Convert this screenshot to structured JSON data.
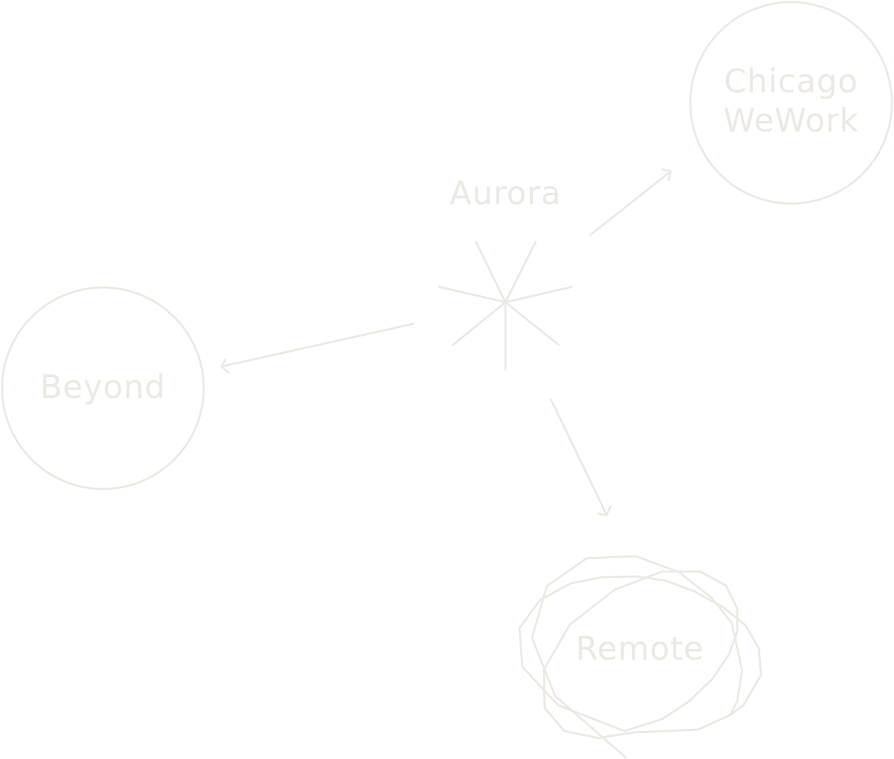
{
  "colors": {
    "ink": "#ece9e2",
    "background": "#ffffff"
  },
  "center": {
    "label": "Aurora",
    "icon": "asterisk-icon"
  },
  "nodes": [
    {
      "id": "chicago",
      "shape": "circle",
      "label_lines": [
        "Chicago",
        "WeWork"
      ]
    },
    {
      "id": "beyond",
      "shape": "circle",
      "label_lines": [
        "Beyond"
      ]
    },
    {
      "id": "remote",
      "shape": "scribble",
      "label_lines": [
        "Remote"
      ]
    }
  ],
  "edges": [
    {
      "from": "Aurora",
      "to": "Chicago WeWork"
    },
    {
      "from": "Aurora",
      "to": "Beyond"
    },
    {
      "from": "Aurora",
      "to": "Remote"
    }
  ]
}
